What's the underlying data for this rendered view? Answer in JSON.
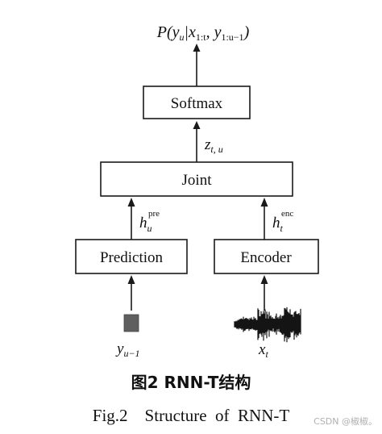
{
  "output_label": {
    "main": "P(y",
    "sub_u": "u",
    "bar": "|x",
    "sub_1t": "1:t",
    "comma": ", y",
    "sub_1u1": "1:u−1",
    "close": ")"
  },
  "nodes": {
    "softmax": "Softmax",
    "joint": "Joint",
    "prediction": "Prediction",
    "encoder": "Encoder"
  },
  "edge_labels": {
    "z": {
      "base": "z",
      "sub": "t, u"
    },
    "h_pre": {
      "base": "h",
      "sub": "u",
      "sup": "pre"
    },
    "h_enc": {
      "base": "h",
      "sub": "t",
      "sup": "enc"
    }
  },
  "inputs": {
    "y": {
      "base": "y",
      "sub": "u−1"
    },
    "x": {
      "base": "x",
      "sub": "t"
    }
  },
  "caption": {
    "chinese": "图2   RNN-T结构",
    "english": "Fig.2    Structure  of  RNN-T"
  },
  "watermark": "CSDN @椒椒。",
  "colors": {
    "stroke": "#1a1a1a",
    "token_fill": "#5f5f5f",
    "waveform": "#151515"
  }
}
